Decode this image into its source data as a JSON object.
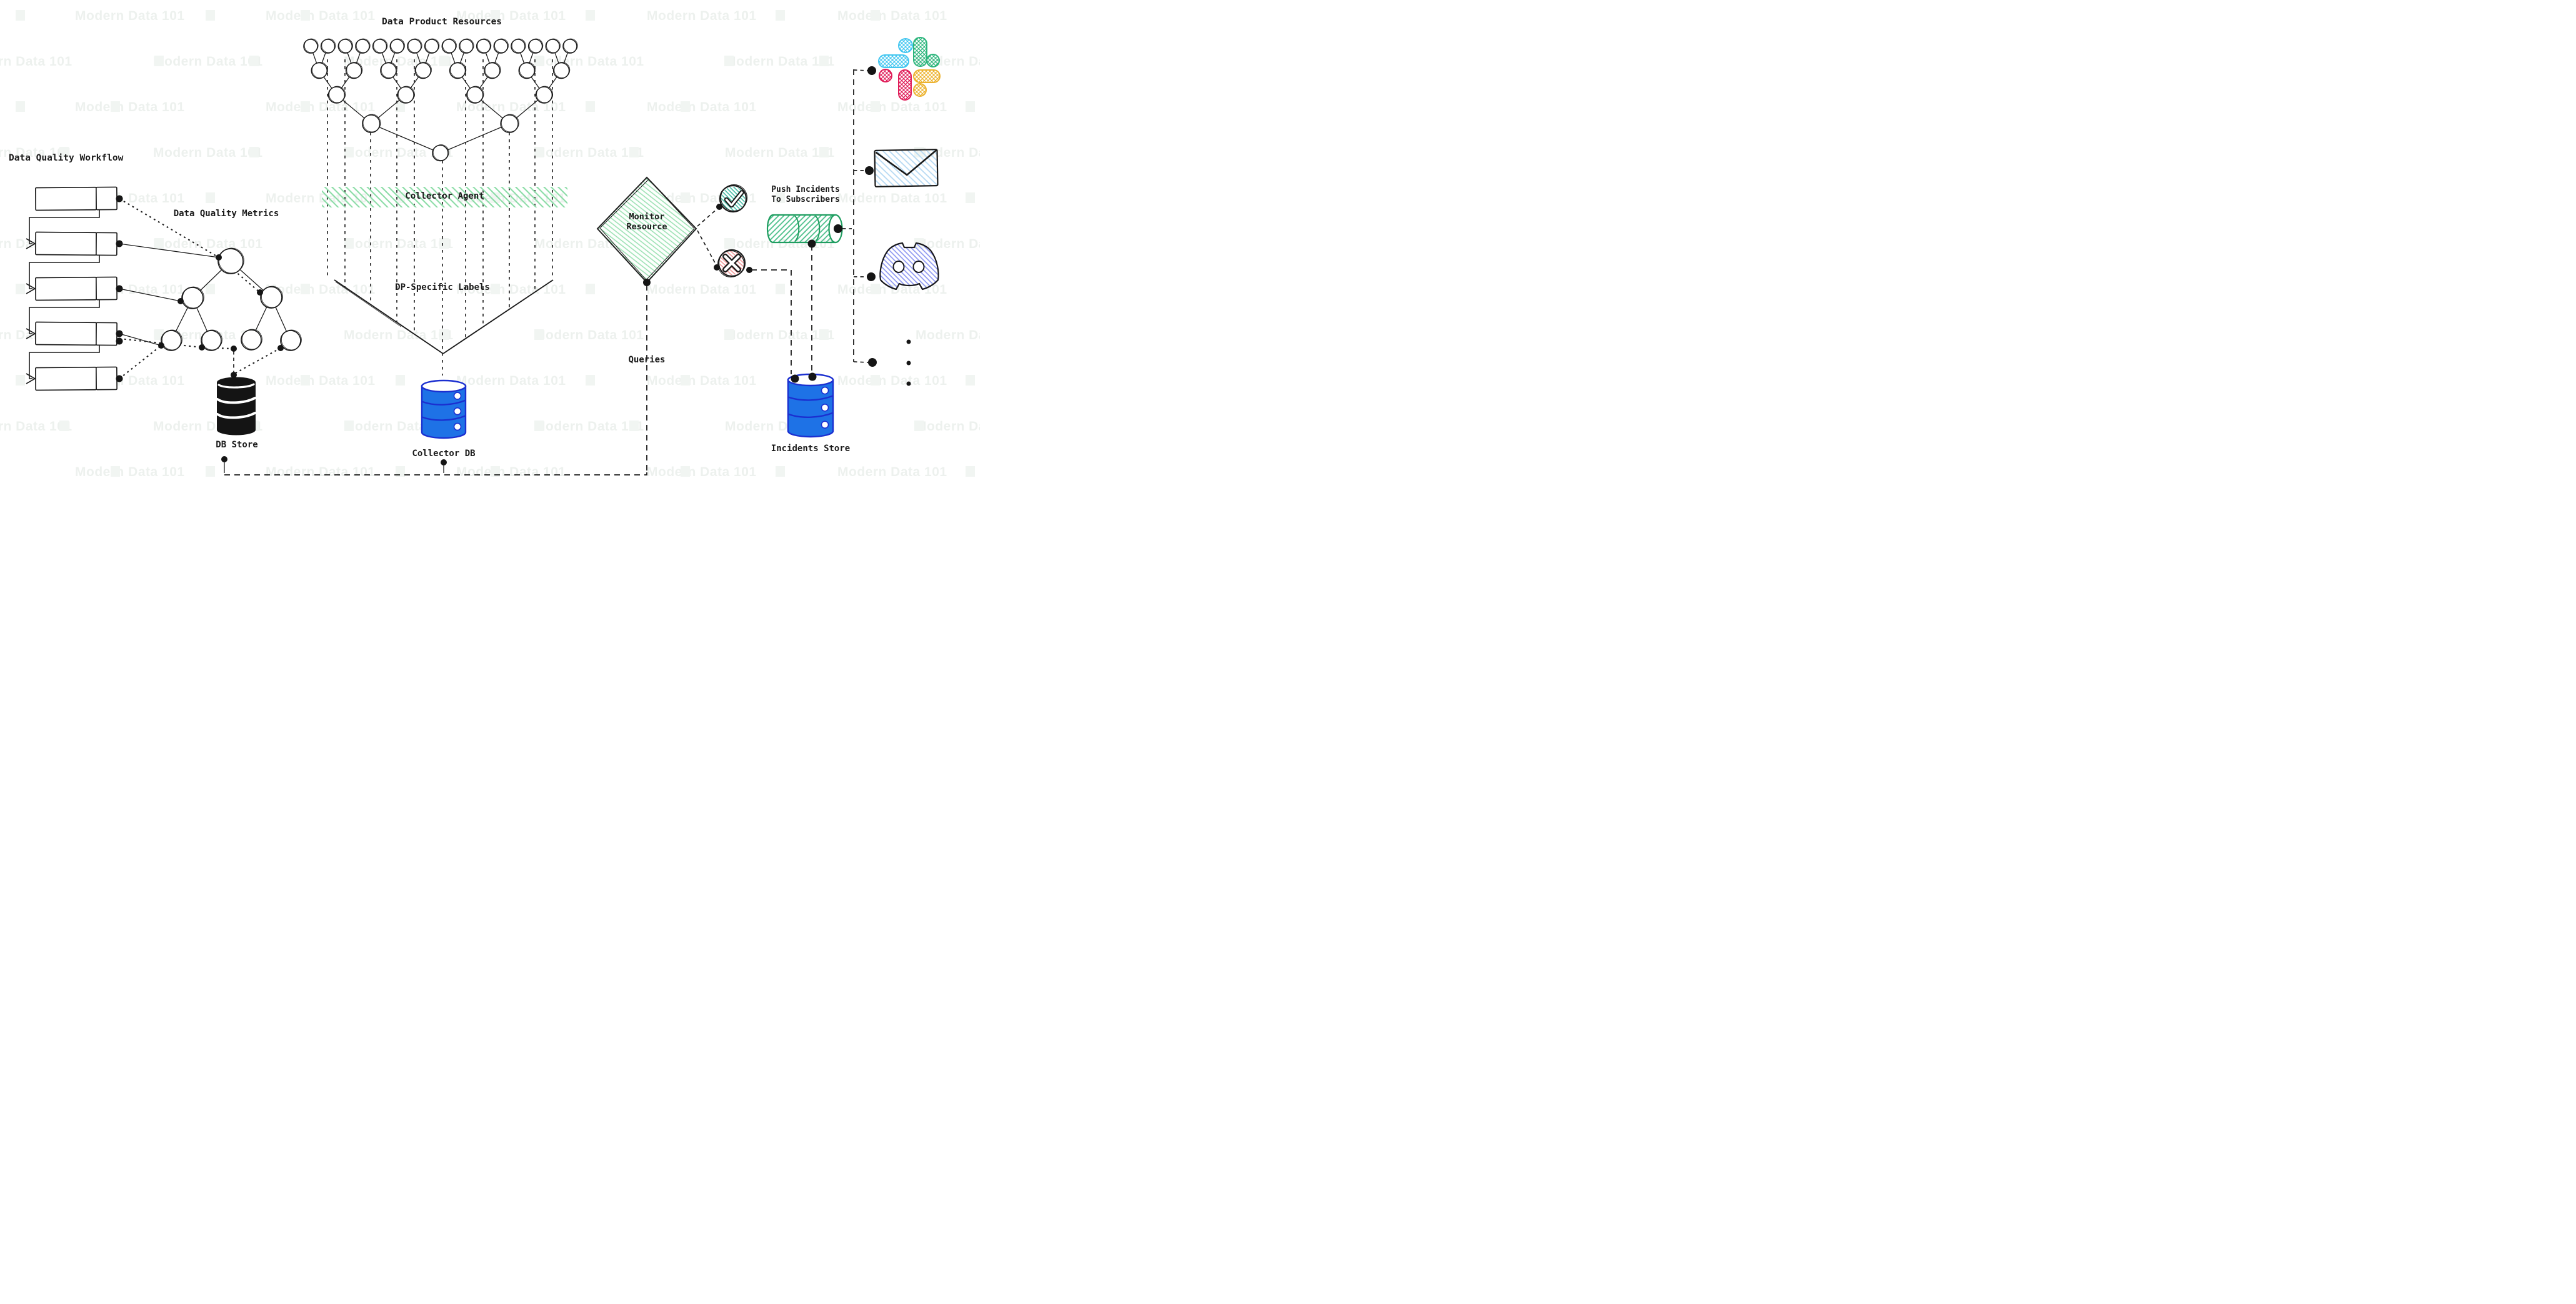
{
  "watermark": {
    "text": "Modern Data 101"
  },
  "workflow": {
    "title": "Data Quality Workflow",
    "task_count": 5
  },
  "metrics": {
    "title": "Data Quality Metrics"
  },
  "resources": {
    "title": "Data Product Resources",
    "collector_agent_label": "Collector Agent",
    "dp_labels_label": "DP-Specific Labels",
    "tree_levels": [
      16,
      8,
      4,
      2,
      1
    ]
  },
  "stores": {
    "db_store_label": "DB Store",
    "collector_db_label": "Collector DB",
    "incidents_store_label": "Incidents Store"
  },
  "monitor": {
    "label": "Monitor Resource",
    "queries_label": "Queries"
  },
  "push": {
    "label": "Push Incidents To Subscribers"
  },
  "subscribers": {
    "icons": [
      "slack-icon",
      "email-icon",
      "discord-icon"
    ],
    "more_indicator": "ellipsis-dots"
  },
  "colors": {
    "ink": "#1c1c1c",
    "collector_hatch_green": "#8bdca6",
    "diamond_hatch_green": "#97dfb0",
    "check_teal": "#36b79e",
    "cross_red": "#f29090",
    "pipe_green": "#1f9d60",
    "db_blue_fill": "#1e72e6",
    "db_blue_stroke": "#1b2fd0",
    "db_black": "#141414",
    "slack_blue": "#42c6f0",
    "slack_green": "#2eb67d",
    "slack_pink": "#e01e5a",
    "slack_yellow": "#ecb22e",
    "envelope_blue": "#b5d9f3",
    "discord_purple": "#8791f0",
    "watermark_gray": "#edf1ee"
  }
}
